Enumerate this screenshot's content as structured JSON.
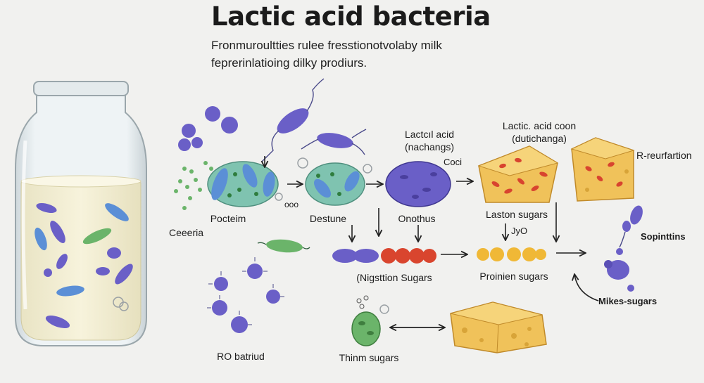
{
  "header": {
    "title": "Lactic acid bacteria",
    "subtitle": "Fronmuroultties rulee fresstionotvolaby milk feprerinlatioing dilky prodiurs."
  },
  "labels": {
    "ceeeria": "Ceeeria",
    "pocteim": "Pocteim",
    "destune": "Destune",
    "onothus": "Onothus",
    "lactcd_acid": "Lactcıl acid",
    "nachangs": "(nachangs)",
    "coci": "Coci",
    "lactic_acid_coon": "Lactic. acid coon",
    "dutichanga": "(dutichanga)",
    "rreurfartion": "R-reurfartion",
    "laston_sugars": "Laston sugars",
    "jyo": "JyO",
    "sopintins": "Sopinttins",
    "nigstion_sugars": "(Nigsttion Sugars",
    "proinien_sugars": "Proinien sugars",
    "mikes_sugars": "Mikes-sugars",
    "ro_batriud": "RO batriud",
    "thinm_sugars": "Thinm sugars",
    "oooo": "ooo"
  },
  "colors": {
    "background": "#f1f1ef",
    "milk": "#f3efd6",
    "bacteria_purple": "#6a5fc7",
    "bacteria_blue": "#5b8fd6",
    "bacteria_green": "#6bb46a",
    "cheese": "#f0c25a",
    "cheese_spots": "#d8442f",
    "sugar_red": "#d9452e",
    "sugar_yellow": "#f0b836"
  }
}
